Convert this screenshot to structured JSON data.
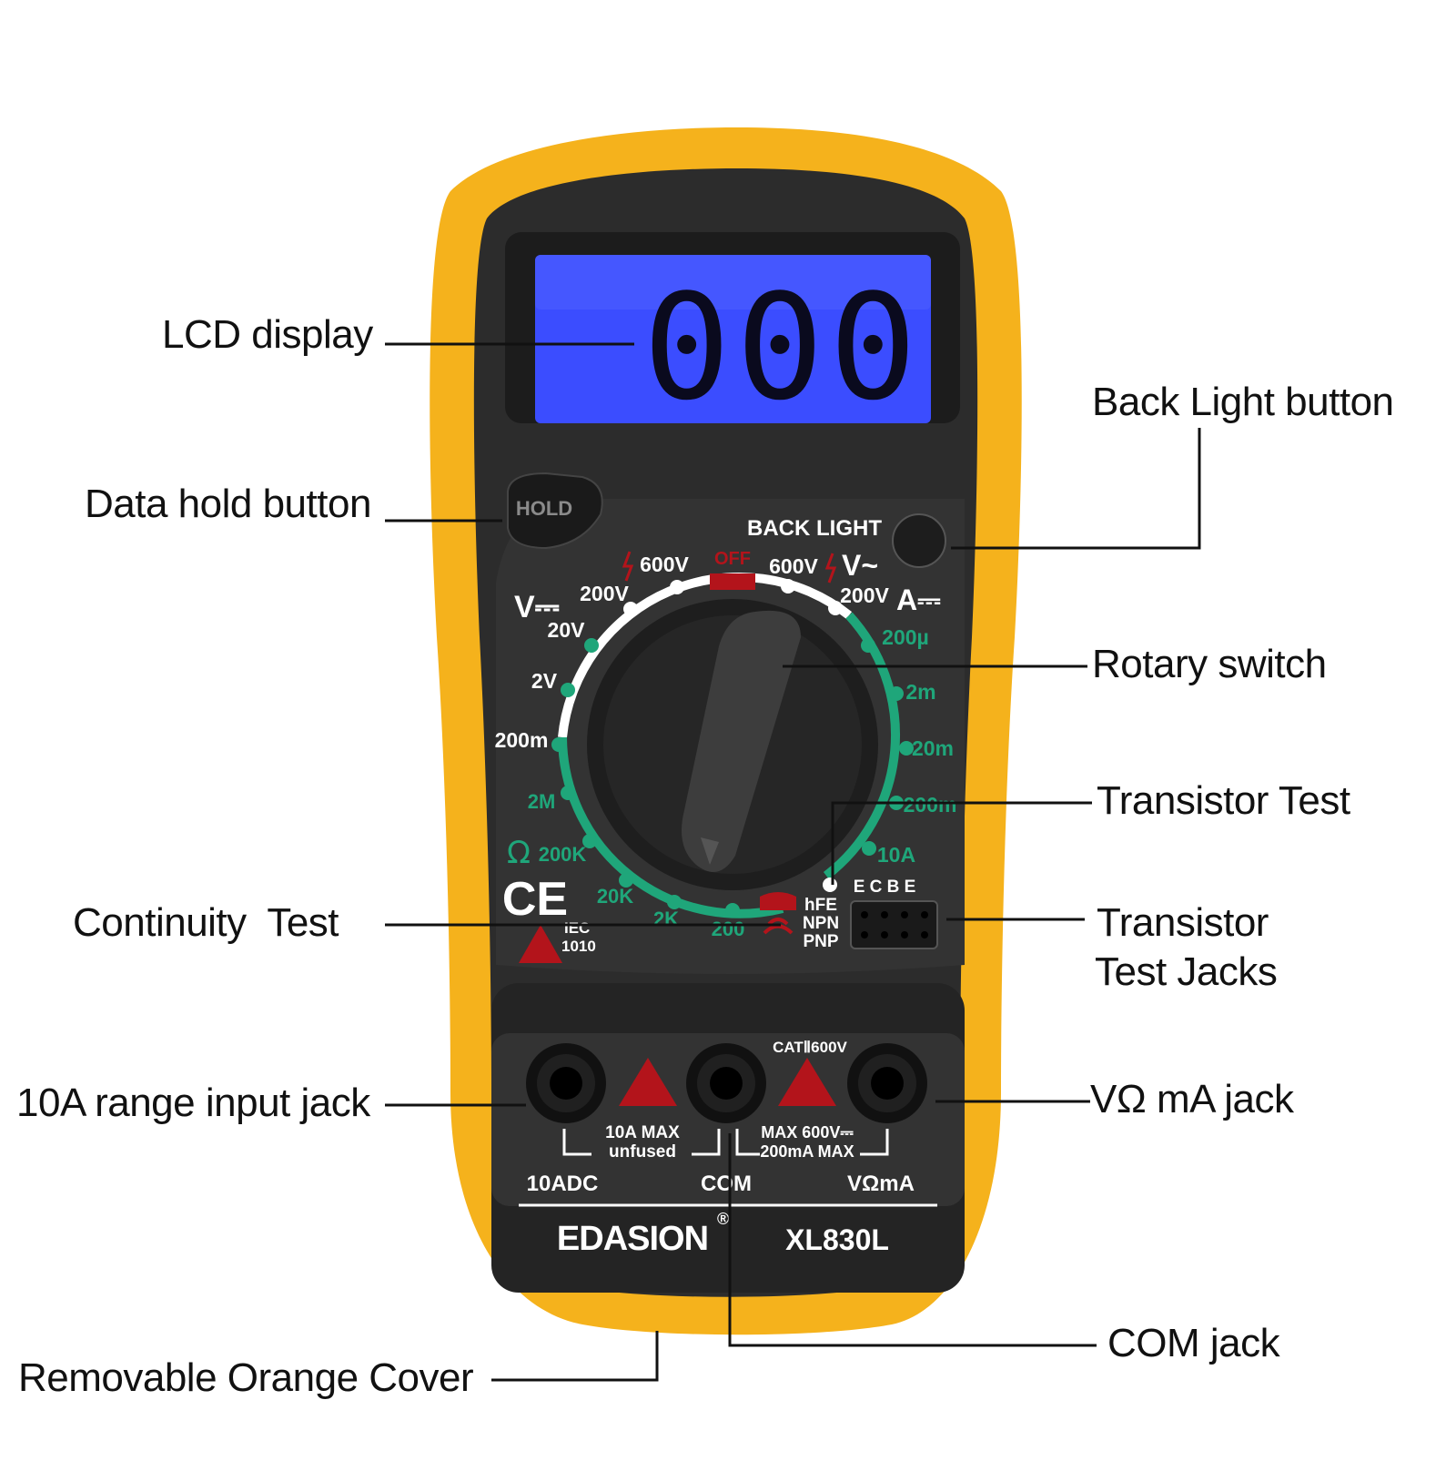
{
  "device": {
    "brand": "EDASION",
    "registered_mark": "®",
    "model": "XL830L",
    "lcd_reading": "000",
    "hold_button_label": "HOLD",
    "backlight_label": "BACK LIGHT",
    "colors": {
      "cover": "#f5b21c",
      "body": "#2c2c2c",
      "lcd": "#3b4dff",
      "accent_green": "#1fa67a",
      "accent_red": "#b3141b"
    }
  },
  "dial": {
    "dcv": {
      "symbol": "V⎓",
      "ranges": [
        "600V",
        "200V",
        "20V",
        "2V",
        "200m"
      ]
    },
    "acv": {
      "symbol": "V~",
      "ranges": [
        "600V",
        "200V"
      ]
    },
    "dca": {
      "symbol": "A⎓",
      "ranges": [
        "200µ",
        "2m",
        "20m",
        "200m",
        "10A"
      ]
    },
    "ohm": {
      "symbol": "Ω",
      "ranges": [
        "2M",
        "200K",
        "20K",
        "2K",
        "200"
      ]
    },
    "off_label": "OFF",
    "hfe_labels": [
      "hFE",
      "NPN",
      "PNP"
    ],
    "transistor_socket_label": "E C B E",
    "ce_mark": "CE",
    "iec_labels": [
      "IEC",
      "1010"
    ]
  },
  "jacks": {
    "rating": "CATⅡ600V",
    "left_note": [
      "10A MAX",
      "unfused"
    ],
    "right_note": [
      "MAX 600V⎓",
      "200mA MAX"
    ],
    "labels": [
      "10ADC",
      "COM",
      "VΩmA"
    ]
  },
  "callouts": {
    "lcd": "LCD display",
    "hold": "Data hold button",
    "backlight": "Back Light button",
    "rotary": "Rotary switch",
    "transistor": "Transistor Test",
    "continuity": "Continuity  Test",
    "transistor_jacks_1": "Transistor",
    "transistor_jacks_2": "Test Jacks",
    "jack_10a": "10A range input jack",
    "jack_vma": "VΩ mA jack",
    "com": "COM jack",
    "cover": "Removable Orange Cover"
  }
}
